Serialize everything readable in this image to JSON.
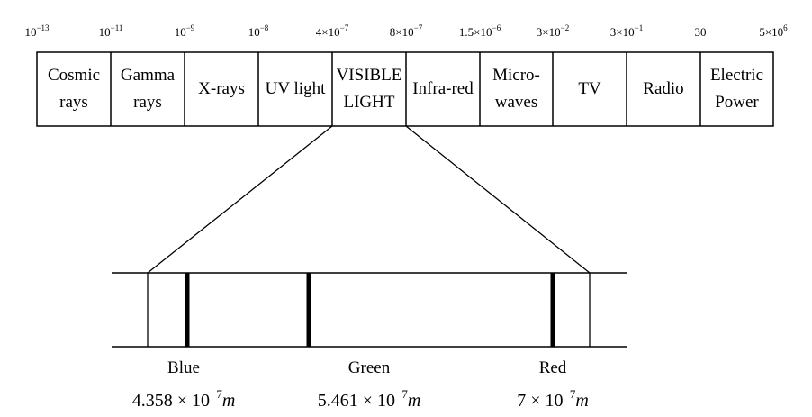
{
  "scale_labels": [
    {
      "mantissa": "",
      "base": "10",
      "exp": "−13"
    },
    {
      "mantissa": "",
      "base": "10",
      "exp": "−11"
    },
    {
      "mantissa": "",
      "base": "10",
      "exp": "−9"
    },
    {
      "mantissa": "",
      "base": "10",
      "exp": "−8"
    },
    {
      "mantissa": "4×",
      "base": "10",
      "exp": "−7"
    },
    {
      "mantissa": "8×",
      "base": "10",
      "exp": "−7"
    },
    {
      "mantissa": "1.5×",
      "base": "10",
      "exp": "−6"
    },
    {
      "mantissa": "3×",
      "base": "10",
      "exp": "−2"
    },
    {
      "mantissa": "3×",
      "base": "10",
      "exp": "−1"
    },
    {
      "mantissa": "30",
      "base": "",
      "exp": ""
    },
    {
      "mantissa": "5×",
      "base": "10",
      "exp": "6"
    }
  ],
  "bands": [
    {
      "line1": "Cosmic",
      "line2": "rays"
    },
    {
      "line1": "Gamma",
      "line2": "rays"
    },
    {
      "line1": "X-rays",
      "line2": ""
    },
    {
      "line1": "UV light",
      "line2": ""
    },
    {
      "line1": "VISIBLE",
      "line2": "LIGHT"
    },
    {
      "line1": "Infra-red",
      "line2": ""
    },
    {
      "line1": "Micro-",
      "line2": "waves"
    },
    {
      "line1": "TV",
      "line2": ""
    },
    {
      "line1": "Radio",
      "line2": ""
    },
    {
      "line1": "Electric",
      "line2": "Power"
    }
  ],
  "visible_lines": [
    {
      "name": "Blue",
      "mantissa": "4.358",
      "exp": "−7",
      "unit": "m"
    },
    {
      "name": "Green",
      "mantissa": "5.461",
      "exp": "−7",
      "unit": "m"
    },
    {
      "name": "Red",
      "mantissa": "7",
      "exp": "−7",
      "unit": "m"
    }
  ]
}
